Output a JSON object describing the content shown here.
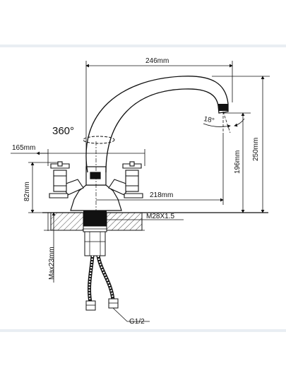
{
  "dimensions": {
    "top_width": "246mm",
    "left_reach": "165mm",
    "spout_reach": "218mm",
    "handle_height": "82mm",
    "spout_clearance": "196mm",
    "total_height": "250mm",
    "max_thickness": "Max23mm",
    "thread": "M28X1.5",
    "hose_connector": "G1/2"
  },
  "angles": {
    "swivel": "360°",
    "spout_tilt": "18°"
  }
}
